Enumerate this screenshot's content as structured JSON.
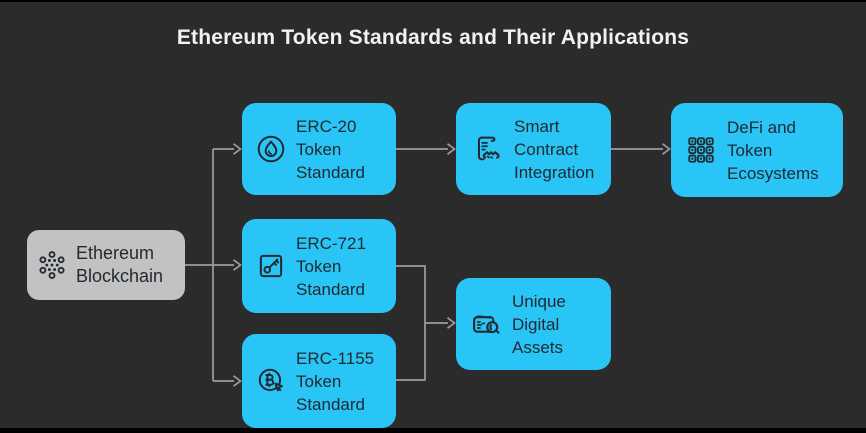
{
  "title": "Ethereum Token Standards and Their Applications",
  "colors": {
    "background": "#2b2b2b",
    "edge_bar": "#000000",
    "node_cyan": "#29c5f6",
    "node_gray": "#c2c2c2",
    "node_text": "#222a31",
    "arrow": "#9d9d9d",
    "title": "#f2f2f2"
  },
  "nodes": {
    "ethereum": {
      "label": "Ethereum Blockchain",
      "lines": [
        "Ethereum",
        "Blockchain"
      ],
      "icon": "network-nodes-icon"
    },
    "erc20": {
      "label": "ERC-20 Token Standard",
      "lines": [
        "ERC-20",
        "Token",
        "Standard"
      ],
      "icon": "flame-token-icon"
    },
    "erc721": {
      "label": "ERC-721 Token Standard",
      "lines": [
        "ERC-721",
        "Token",
        "Standard"
      ],
      "icon": "key-token-icon"
    },
    "erc1155": {
      "label": "ERC-1155 Token Standard",
      "lines": [
        "ERC-1155",
        "Token",
        "Standard"
      ],
      "icon": "crypto-select-icon"
    },
    "smart_contract": {
      "label": "Smart Contract Integration",
      "lines": [
        "Smart",
        "Contract",
        "Integration"
      ],
      "icon": "contract-handshake-icon"
    },
    "defi": {
      "label": "DeFi and Token Ecosystems",
      "lines": [
        "DeFi and",
        "Token",
        "Ecosystems"
      ],
      "icon": "blocks-grid-icon"
    },
    "unique": {
      "label": "Unique Digital Assets",
      "lines": [
        "Unique",
        "Digital",
        "Assets"
      ],
      "icon": "wallet-coin-icon"
    }
  },
  "edges": [
    {
      "from": "ethereum",
      "to": "erc20"
    },
    {
      "from": "ethereum",
      "to": "erc721"
    },
    {
      "from": "ethereum",
      "to": "erc1155"
    },
    {
      "from": "erc20",
      "to": "smart_contract"
    },
    {
      "from": "smart_contract",
      "to": "defi"
    },
    {
      "from": "erc721",
      "to": "unique"
    },
    {
      "from": "erc1155",
      "to": "unique"
    }
  ]
}
